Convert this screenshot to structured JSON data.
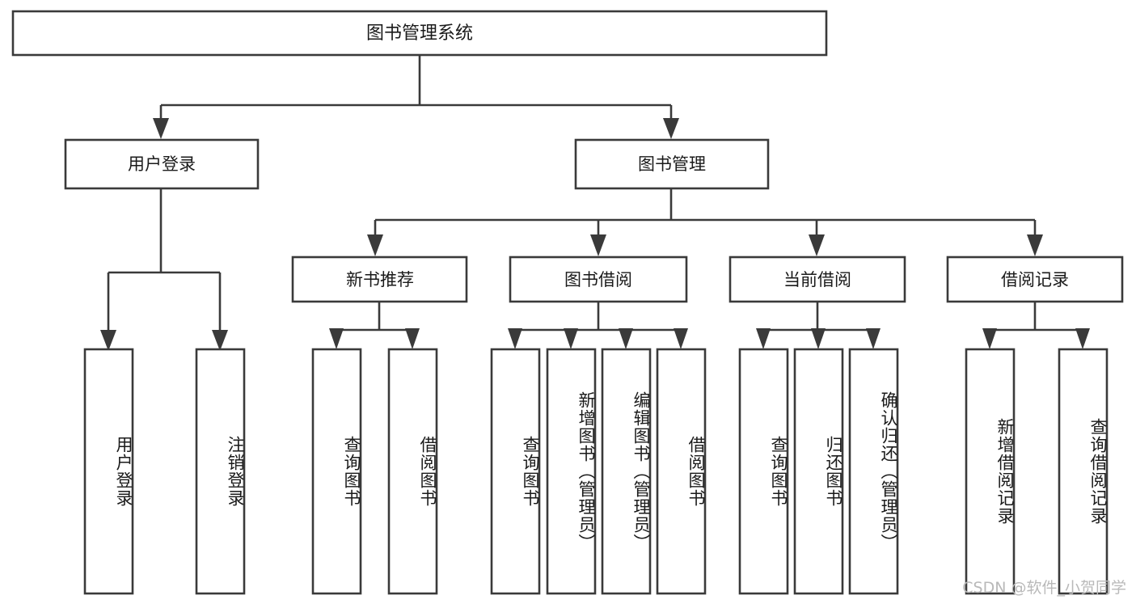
{
  "diagram": {
    "type": "tree",
    "title": "图书管理系统",
    "watermark": "CSDN @软件_小贺同学",
    "colors": {
      "stroke": "#3a3a3a",
      "box_fill": "#ffffff",
      "text": "#1a1a1a",
      "background": "#ffffff",
      "watermark": "#b9b9b9"
    },
    "root": {
      "label": "图书管理系统"
    },
    "level2": [
      {
        "label": "用户登录"
      },
      {
        "label": "图书管理"
      }
    ],
    "level3": [
      {
        "label": "新书推荐"
      },
      {
        "label": "图书借阅"
      },
      {
        "label": "当前借阅"
      },
      {
        "label": "借阅记录"
      }
    ],
    "leaves": {
      "user_login": [
        {
          "label": "用户登录"
        },
        {
          "label": "注销登录"
        }
      ],
      "new_book": [
        {
          "label": "查询图书"
        },
        {
          "label": "借阅图书"
        }
      ],
      "book_borrow": [
        {
          "label": "查询图书"
        },
        {
          "label": "新增图书（管理员）"
        },
        {
          "label": "编辑图书（管理员）"
        },
        {
          "label": "借阅图书"
        }
      ],
      "current_borrow": [
        {
          "label": "查询图书"
        },
        {
          "label": "归还图书"
        },
        {
          "label": "确认归还（管理员）"
        }
      ],
      "borrow_record": [
        {
          "label": "新增借阅记录"
        },
        {
          "label": "查询借阅记录"
        }
      ]
    }
  }
}
